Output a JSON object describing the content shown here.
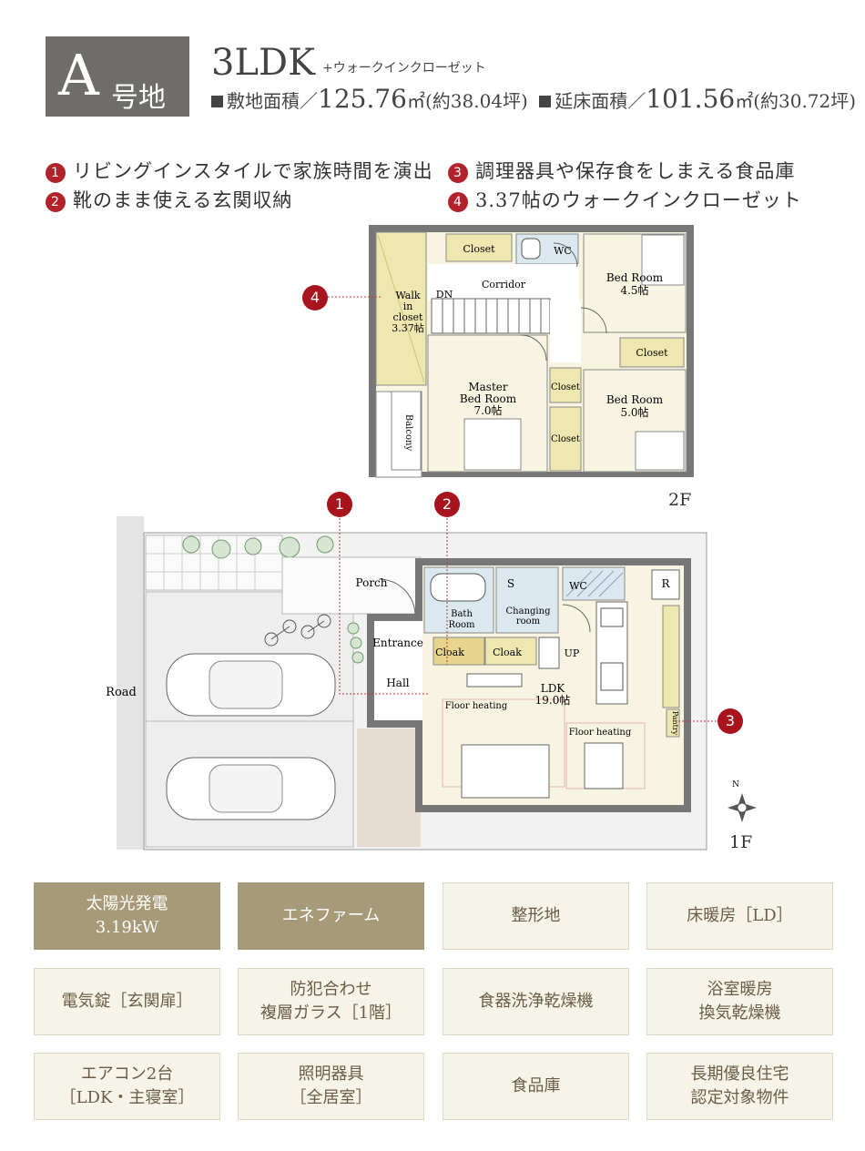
{
  "header": {
    "lot_big": "A",
    "lot_small": "号地",
    "plan_type": "3LDK",
    "plan_sub": "+ウォークインクローゼット",
    "site_area_label": "敷地面積／",
    "site_area_value": "125.76",
    "site_area_unit": "㎡(約38.04坪)",
    "floor_area_label": "延床面積／",
    "floor_area_value": "101.56",
    "floor_area_unit": "㎡(約30.72坪)"
  },
  "features": [
    {
      "num": "1",
      "text": "リビングインスタイルで家族時間を演出"
    },
    {
      "num": "2",
      "text": "靴のまま使える玄関収納"
    },
    {
      "num": "3",
      "text": "調理器具や保存食をしまえる食品庫"
    },
    {
      "num": "4",
      "text": "3.37帖のウォークインクローゼット"
    }
  ],
  "floor2": {
    "label": "2F",
    "closet_top": "Closet",
    "wc": "WC",
    "corridor": "Corridor",
    "dn": "DN",
    "walk_in_1": "Walk",
    "walk_in_2": "in",
    "walk_in_3": "closet",
    "walk_in_4": "3.37帖",
    "bed1_name": "Bed Room",
    "bed1_size": "4.5帖",
    "closet_mid": "Closet",
    "master_1": "Master",
    "master_2": "Bed Room",
    "master_3": "7.0帖",
    "closet_small_1": "Closet",
    "closet_small_2": "Closet",
    "bed2_name": "Bed Room",
    "bed2_size": "5.0帖",
    "balcony": "Balcony"
  },
  "floor1": {
    "label": "1F",
    "road": "Road",
    "porch": "Porch",
    "entrance": "Entrance",
    "hall": "Hall",
    "bath_1": "Bath",
    "bath_2": "Room",
    "s": "S",
    "changing_1": "Changing",
    "changing_2": "room",
    "wc": "WC",
    "r": "R",
    "cloak_1": "Cloak",
    "cloak_2": "Cloak",
    "up": "UP",
    "ldk_1": "LDK",
    "ldk_2": "19.0帖",
    "floor_heating_1": "Floor heating",
    "floor_heating_2": "Floor heating",
    "pantry": "Pantry",
    "compass_n": "N"
  },
  "markers": {
    "m1": "1",
    "m2": "2",
    "m3": "3",
    "m4": "4"
  },
  "tiles": [
    {
      "text": "太陽光発電\n3.19kW",
      "style": "dark"
    },
    {
      "text": "エネファーム",
      "style": "dark"
    },
    {
      "text": "整形地",
      "style": "light"
    },
    {
      "text": "床暖房［LD］",
      "style": "light"
    },
    {
      "text": "電気錠［玄関扉］",
      "style": "light"
    },
    {
      "text": "防犯合わせ\n複層ガラス［1階］",
      "style": "light"
    },
    {
      "text": "食器洗浄乾燥機",
      "style": "light"
    },
    {
      "text": "浴室暖房\n換気乾燥機",
      "style": "light"
    },
    {
      "text": "エアコン2台\n［LDK・主寝室］",
      "style": "light"
    },
    {
      "text": "照明器具\n［全居室］",
      "style": "light"
    },
    {
      "text": "食品庫",
      "style": "light"
    },
    {
      "text": "長期優良住宅\n認定対象物件",
      "style": "light"
    }
  ],
  "colors": {
    "accent_red": "#a8141d",
    "tile_dark": "#a69a78",
    "tile_light": "#f6f3e9",
    "room_cream": "#f7f4e2",
    "closet_yellow": "#efe7b0",
    "wet_blue": "#dbe8ef",
    "wall": "#6e6e6e"
  }
}
